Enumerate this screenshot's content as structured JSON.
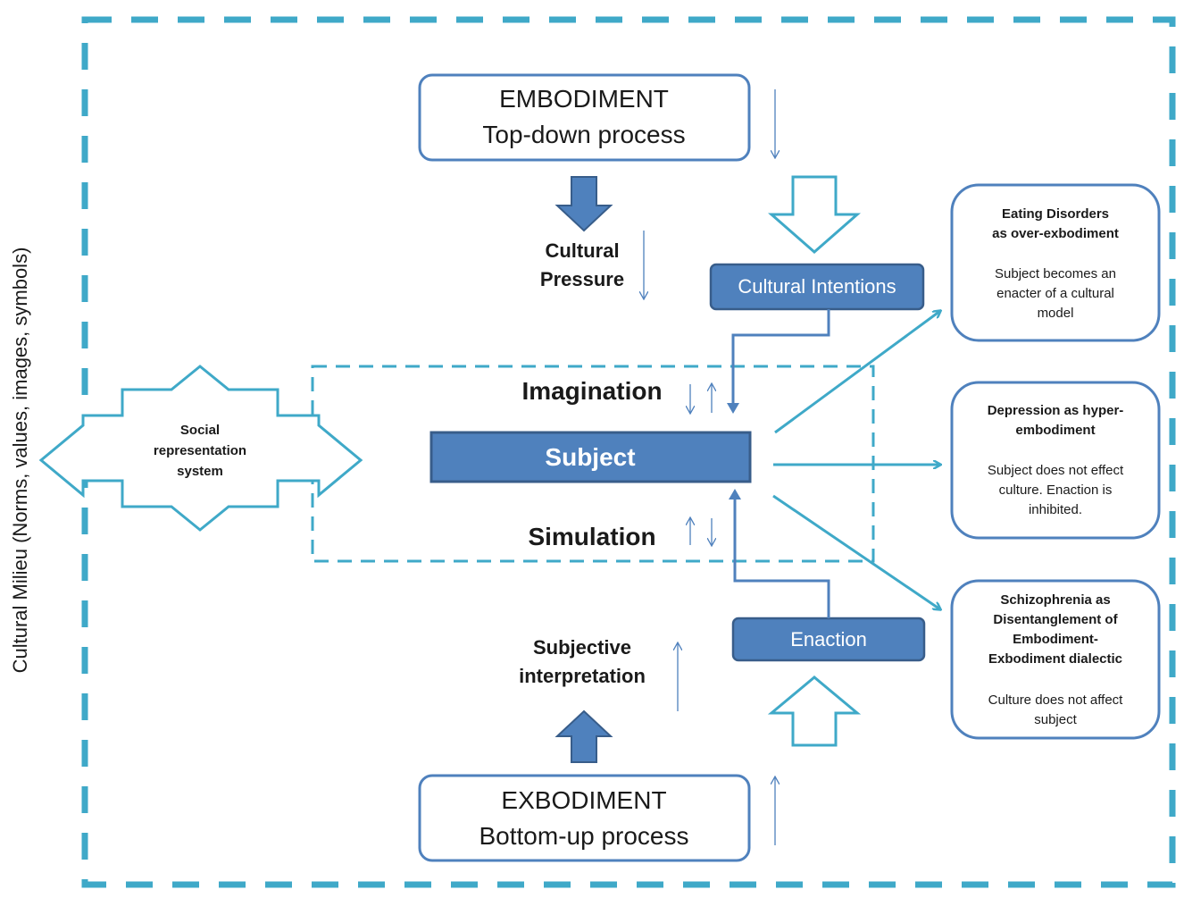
{
  "milieu_label": "Cultural Milieu (Norms, values, images, symbols)",
  "embodiment": {
    "line1": "EMBODIMENT",
    "line2": "Top-down process"
  },
  "exbodiment": {
    "line1": "EXBODIMENT",
    "line2": "Bottom-up process"
  },
  "cultural_pressure": {
    "line1": "Cultural",
    "line2": "Pressure"
  },
  "subjective_interpretation": {
    "line1": "Subjective",
    "line2": "interpretation"
  },
  "cultural_intentions": "Cultural Intentions",
  "enaction": "Enaction",
  "imagination": "Imagination",
  "simulation": "Simulation",
  "subject": "Subject",
  "social_representation": {
    "line1": "Social",
    "line2": "representation",
    "line3": "system"
  },
  "outcomes": [
    {
      "title_lines": [
        "Eating Disorders",
        "as over-exbodiment"
      ],
      "body_lines": [
        "Subject becomes an",
        "enacter of a cultural",
        "model"
      ]
    },
    {
      "title_lines": [
        "Depression as hyper-",
        "embodiment"
      ],
      "body_lines": [
        "Subject does not effect",
        "culture. Enaction is",
        "inhibited."
      ]
    },
    {
      "title_lines": [
        "Schizophrenia as",
        "Disentanglement of",
        "Embodiment-",
        "Exbodiment dialectic"
      ],
      "body_lines": [
        "Culture does not affect",
        "subject"
      ]
    }
  ],
  "colors": {
    "teal": "#3fa9c8",
    "blue_fill": "#4f81bd",
    "blue_dark": "#385d8a",
    "box_border": "#4f81bd"
  }
}
